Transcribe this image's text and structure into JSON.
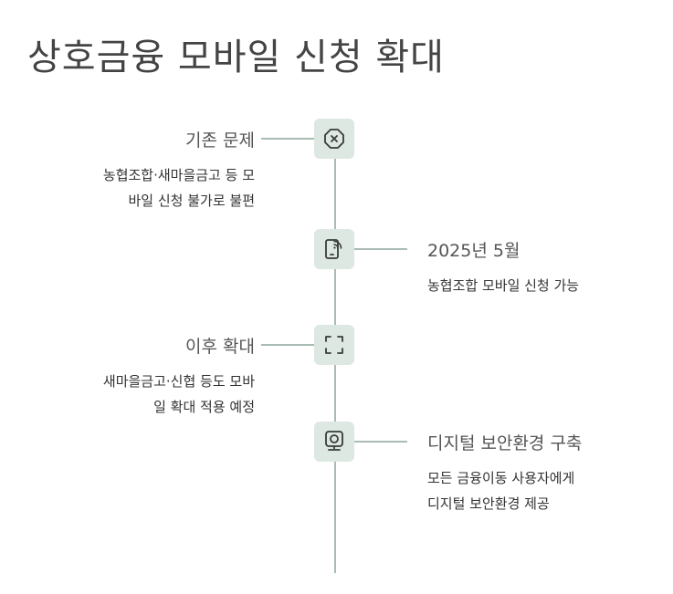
{
  "title": "상호금융 모바일 신청 확대",
  "steps": [
    {
      "heading": "기존 문제",
      "desc_lines": [
        "농협조합·새마을금고 등 모",
        "바일 신청 불가로 불편"
      ],
      "icon": "close-octagon-icon",
      "side": "left"
    },
    {
      "heading": "2025년 5월",
      "desc_lines": [
        "농협조합 모바일 신청 가능"
      ],
      "icon": "mobile-signal-icon",
      "side": "right"
    },
    {
      "heading": "이후 확대",
      "desc_lines": [
        "새마을금고·신협 등도 모바",
        "일 확대 적용 예정"
      ],
      "icon": "expand-frame-icon",
      "side": "left"
    },
    {
      "heading": "디지털 보안환경 구축",
      "desc_lines": [
        "모든 금융이동 사용자에게",
        "디지털 보안환경 제공"
      ],
      "icon": "webcam-icon",
      "side": "right"
    }
  ],
  "colors": {
    "node_fill": "#dde8e2",
    "line": "#a9bcb3",
    "icon_stroke": "#3a3a3a"
  }
}
